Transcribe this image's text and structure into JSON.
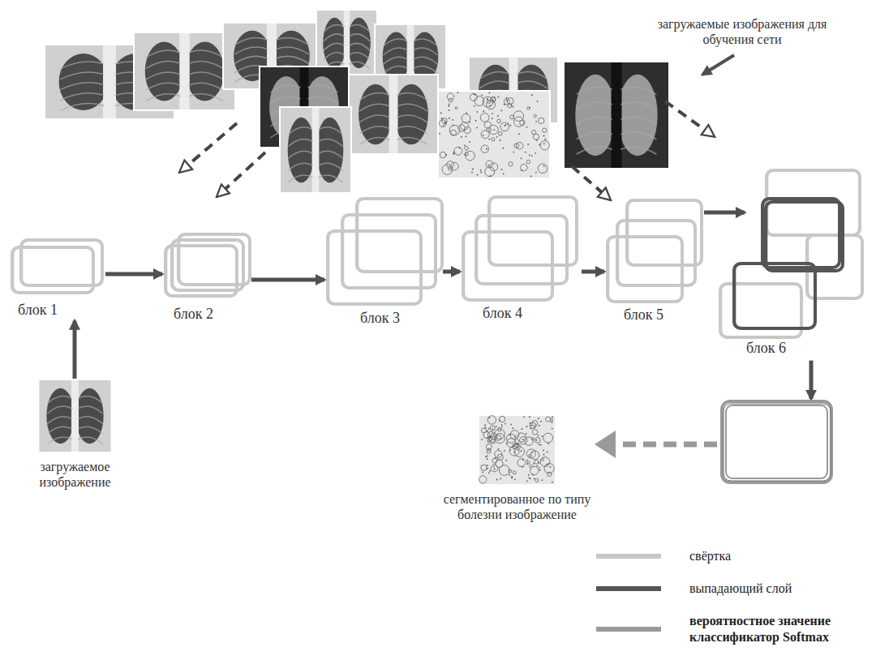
{
  "diagram": {
    "nodes": [
      {
        "text": [
          "загружаемое изображение"
        ]
      },
      {
        "text": [
          "блок 1"
        ]
      },
      {
        "text": [
          "блок 2"
        ]
      },
      {
        "text": [
          "блок 3"
        ]
      },
      {
        "text": [
          "блок 4"
        ]
      },
      {
        "text": [
          "блок 5"
        ]
      },
      {
        "text": [
          "блок 6"
        ]
      },
      {
        "text": [
          "сегментированное по типу болезни изображение"
        ]
      }
    ],
    "edges": [
      {
        "from": 0,
        "to": 1,
        "arrow": "to"
      },
      {
        "from": 1,
        "to": 2,
        "arrow": "to"
      },
      {
        "from": 2,
        "to": 3,
        "arrow": "to"
      },
      {
        "from": 3,
        "to": 4,
        "arrow": "to"
      },
      {
        "from": 4,
        "to": 5,
        "arrow": "to"
      },
      {
        "from": 5,
        "to": 6,
        "arrow": "to"
      },
      {
        "from": 6,
        "to": 7,
        "arrow": "to"
      }
    ],
    "labels": [
      "загружаемые изображения для обучения сети"
    ],
    "legend": [
      {
        "text": "свёртка",
        "color": "#c8c8c8"
      },
      {
        "text": "выпадающий слой",
        "color": "#555555"
      },
      {
        "text": "вероятностное значение классификатор Softmax",
        "color": "#999999"
      }
    ]
  }
}
